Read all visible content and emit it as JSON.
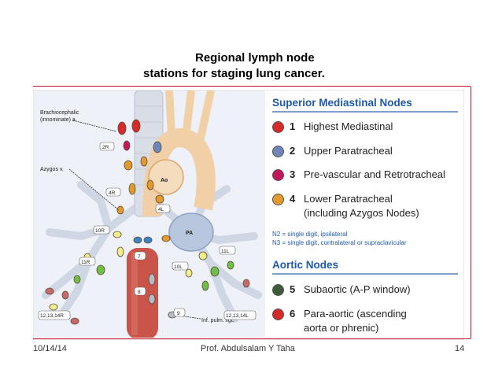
{
  "slide": {
    "title_line1": "Regional lymph node",
    "title_line2": "stations for staging lung cancer.",
    "footer_date": "10/14/14",
    "footer_author": "Prof. Abdulsalam Y Taha",
    "footer_page": "14"
  },
  "diagram": {
    "labels": {
      "brachiocephalic": "Brachiocephalic",
      "innominate": "(innominate) a.",
      "azygos": "Azygos v.",
      "inf_pulm": "Inf. pulm. ligt.",
      "ao": "Ao",
      "pa": "PA",
      "s2r": "2R",
      "s4r": "4R",
      "s4l": "4L",
      "s10r": "10R",
      "s10l": "10L",
      "s11r": "11R",
      "s11l": "11L",
      "s7": "7",
      "s8": "8",
      "s9": "9",
      "s1213_14r": "12,13,14R",
      "s1213_14l": "12,13,14L"
    }
  },
  "legend": {
    "superior_header": "Superior Mediastinal Nodes",
    "aortic_header": "Aortic Nodes",
    "items": [
      {
        "num": "1",
        "text": "Highest Mediastinal",
        "color": "#d62b2b"
      },
      {
        "num": "2",
        "text": "Upper Paratracheal",
        "color": "#6f86b8"
      },
      {
        "num": "3",
        "text": "Pre-vascular and Retrotracheal",
        "color": "#c2185b"
      },
      {
        "num": "4",
        "text": "Lower Paratracheal",
        "text2": "(including Azygos Nodes)",
        "color": "#e39a2d"
      },
      {
        "num": "5",
        "text": "Subaortic (A-P window)",
        "color": "#3e5b3a"
      },
      {
        "num": "6",
        "text": "Para-aortic (ascending",
        "text2": "aorta or phrenic)",
        "color": "#d62b2b"
      }
    ],
    "note1": "N2 = single digit, ipsilateral",
    "note2": "N3 = single digit, contralateral or supraclavicular"
  },
  "colors": {
    "rule": "#c8102e",
    "header_blue": "#1f5aa8",
    "trachea": "#d9dde6",
    "aorta": "#f1cfa7",
    "pa": "#b8c6de",
    "esophagus": "#c8544a"
  }
}
